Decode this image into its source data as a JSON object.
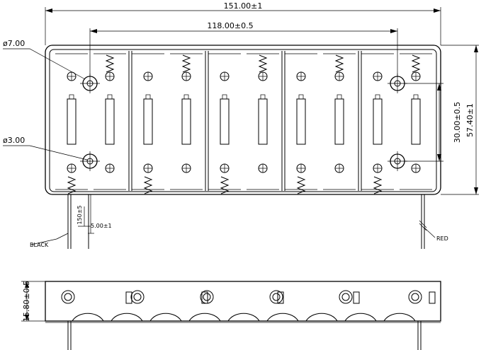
{
  "dimensions": {
    "overall_length": "151.00±1",
    "hole_spacing_horizontal": "118.00±0.5",
    "hole_spacing_vertical": "30.00±0.5",
    "overall_height": "57.40±1",
    "large_hole_diameter": "ø7.00",
    "small_hole_diameter": "ø3.00",
    "lead_length": "150±5",
    "lead_strip": "5.00±1",
    "side_height": "15.80±0.5"
  },
  "wire_labels": {
    "negative": "BLACK",
    "positive": "RED"
  }
}
